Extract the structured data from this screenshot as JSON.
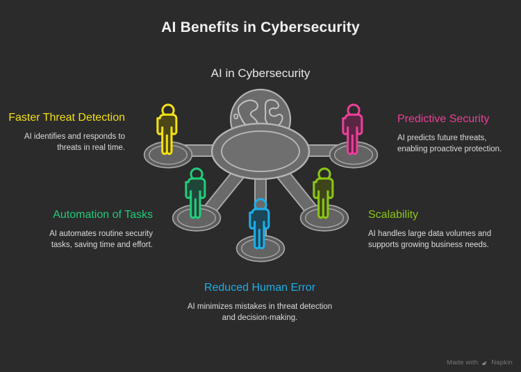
{
  "page": {
    "title": "AI Benefits in Cybersecurity",
    "background_color": "#2b2b2b"
  },
  "hub": {
    "label": "AI in Cybersecurity",
    "icon": "globe-icon",
    "platform_color": "#6e6e6e",
    "platform_stroke": "#b0b0b0",
    "connector_color": "#6e6e6e"
  },
  "watermark": {
    "prefix": "Made with",
    "icon": "napkin-leaf-icon",
    "brand": "Napkin",
    "color": "#777777"
  },
  "nodes": [
    {
      "id": "faster-threat-detection",
      "heading": "Faster Threat Detection",
      "body": "AI identifies and responds to threats in real time.",
      "color": "#f2e014",
      "fill": "#4d4616",
      "icon": "person-icon",
      "align": "right"
    },
    {
      "id": "predictive-security",
      "heading": "Predictive Security",
      "body": "AI predicts future threats, enabling proactive protection.",
      "color": "#ec3f9a",
      "fill": "#5b2644",
      "icon": "person-icon",
      "align": "left"
    },
    {
      "id": "automation-of-tasks",
      "heading": "Automation of Tasks",
      "body": "AI automates routine security tasks, saving time and effort.",
      "color": "#23cc7a",
      "fill": "#20463a",
      "icon": "person-icon",
      "align": "right"
    },
    {
      "id": "scalability",
      "heading": "Scalability",
      "body": "AI handles large data volumes and supports growing business needs.",
      "color": "#8cc717",
      "fill": "#3f451b",
      "icon": "person-icon",
      "align": "left"
    },
    {
      "id": "reduced-human-error",
      "heading": "Reduced Human Error",
      "body": "AI minimizes mistakes in threat detection and decision-making.",
      "color": "#1eaee8",
      "fill": "#1c4655",
      "icon": "person-icon",
      "align": "center"
    }
  ]
}
